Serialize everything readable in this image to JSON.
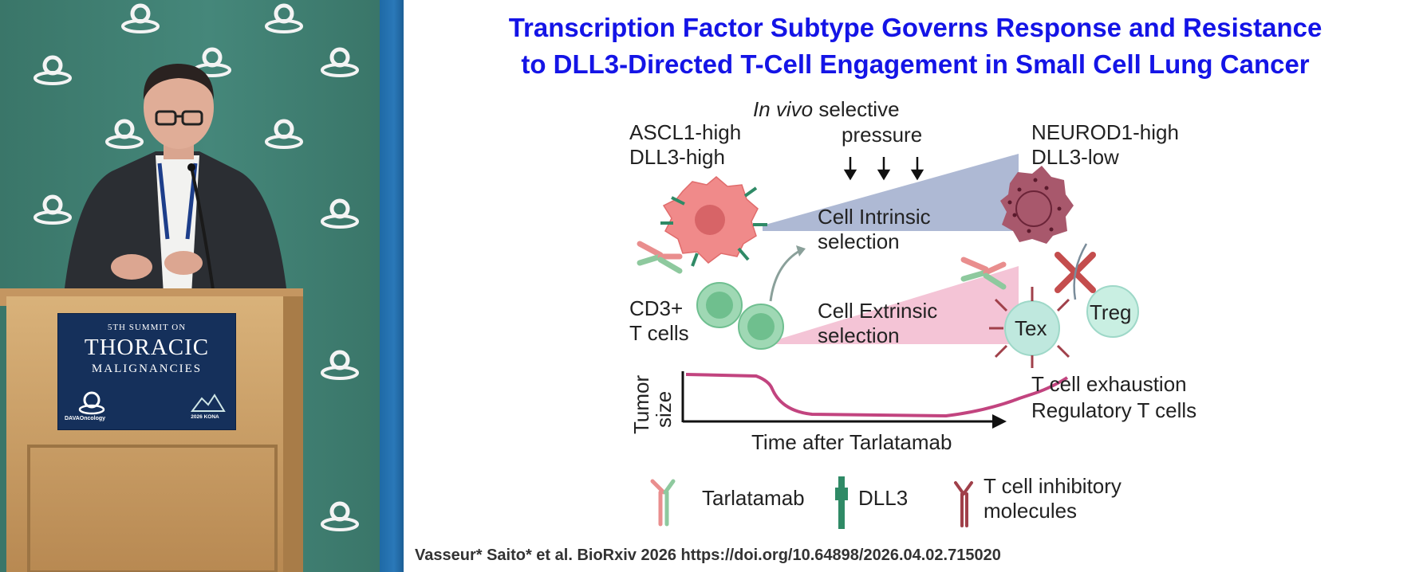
{
  "event": {
    "sign_line1": "5TH SUMMIT ON",
    "sign_line2": "THORACIC",
    "sign_line3": "MALIGNANCIES",
    "sign_logo_text": "DAVAOncology",
    "sign_badge_text": "2026 KONA"
  },
  "slide": {
    "title_line1": "Transcription Factor Subtype Governs Response and Resistance",
    "title_line2": "to DLL3-Directed T-Cell Engagement in Small Cell Lung Cancer",
    "top_label_italic": "In vivo",
    "top_label_rest": " selective",
    "top_label_line2": "pressure",
    "left_cell_line1": "ASCL1-high",
    "left_cell_line2": "DLL3-high",
    "right_cell_line1": "NEUROD1-high",
    "right_cell_line2": "DLL3-low",
    "intrinsic_line1": "Cell Intrinsic",
    "intrinsic_line2": "selection",
    "extrinsic_line1": "Cell Extrinsic",
    "extrinsic_line2": "selection",
    "tcell_line1": "CD3+",
    "tcell_line2": "T cells",
    "tex_label": "Tex",
    "treg_label": "Treg",
    "ylabel_line1": "Tumor",
    "ylabel_line2": "size",
    "xlabel": "Time after Tarlatamab",
    "resist_line1": "T cell exhaustion",
    "resist_line2": "Regulatory T cells",
    "legend_tarlatamab": "Tarlatamab",
    "legend_dll3": "DLL3",
    "legend_inhib_line1": "T cell inhibitory",
    "legend_inhib_line2": "molecules",
    "citation": "Vasseur* Saito* et al. BioRxiv 2026 https://doi.org/10.64898/2026.04.02.715020"
  },
  "colors": {
    "title": "#1414e6",
    "intrinsic_wedge": "#aeb9d4",
    "extrinsic_wedge": "#f4c4d6",
    "tumor_cell": "#f08a8a",
    "neurod_cell": "#a8586c",
    "tcell": "#8fd0a8",
    "curve": "#c2447f"
  }
}
